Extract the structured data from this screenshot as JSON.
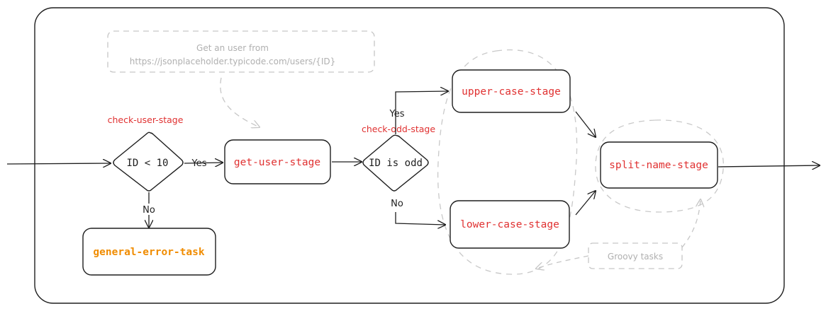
{
  "colors": {
    "stroke": "#1e1e1e",
    "stage_text": "#e03131",
    "task_text": "#f08c00",
    "muted": "#c6c6c6",
    "muted_text": "#b0b0b0"
  },
  "nodes": {
    "check_decision": "ID < 10",
    "check_label": "check-user-stage",
    "get_user": "get-user-stage",
    "odd_decision": "ID is odd",
    "odd_label": "check-odd-stage",
    "upper": "upper-case-stage",
    "lower": "lower-case-stage",
    "split": "split-name-stage",
    "error": "general-error-task"
  },
  "edges": {
    "yes_1": "Yes",
    "no_1": "No",
    "yes_2": "Yes",
    "no_2": "No"
  },
  "notes": {
    "get_user_line1": "Get an user from",
    "get_user_line2": "https://jsonplaceholder.typicode.com/users/{ID}",
    "groovy": "Groovy tasks"
  },
  "icons": {
    "arrow": "arrowhead-icon"
  }
}
